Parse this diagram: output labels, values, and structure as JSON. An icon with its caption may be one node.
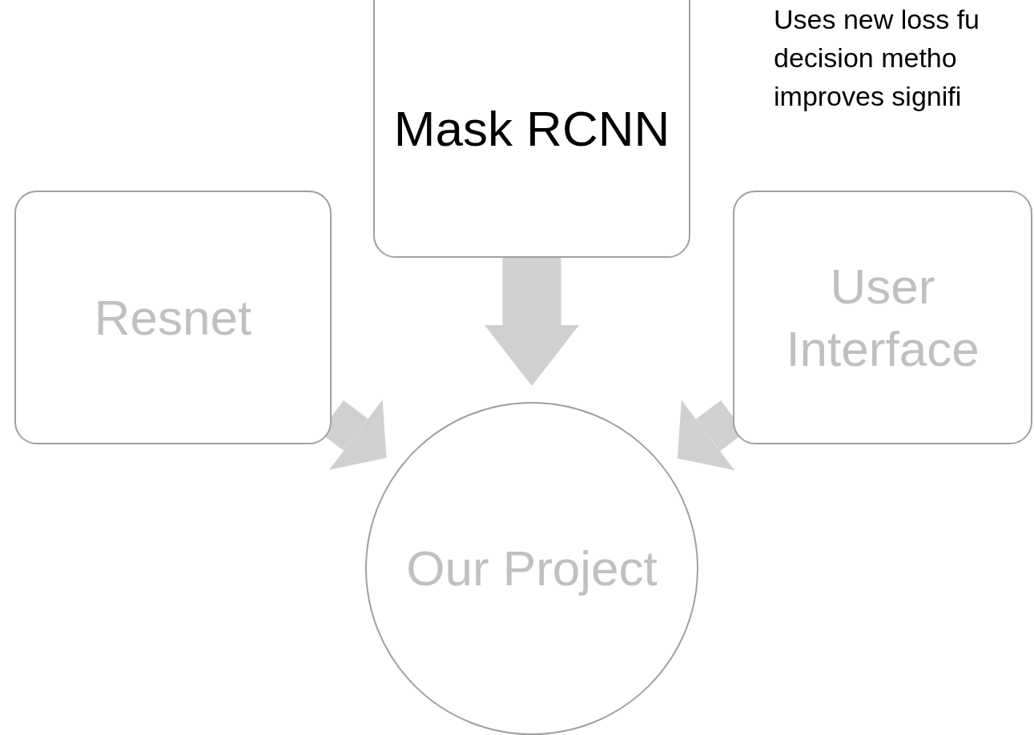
{
  "diagram": {
    "nodes": [
      {
        "text": [
          "Resnet"
        ]
      },
      {
        "text": [
          "Mask RCNN"
        ]
      },
      {
        "text": [
          "User Interface"
        ]
      },
      {
        "text": [
          "Our Project"
        ]
      }
    ],
    "edges": [
      {
        "from": 0,
        "to": 3,
        "arrow": "to"
      },
      {
        "from": 1,
        "to": 3,
        "arrow": "to"
      },
      {
        "from": 2,
        "to": 3,
        "arrow": "to"
      }
    ],
    "labels": [
      "Uses new loss fu",
      "decision metho",
      "improves signifi"
    ]
  }
}
